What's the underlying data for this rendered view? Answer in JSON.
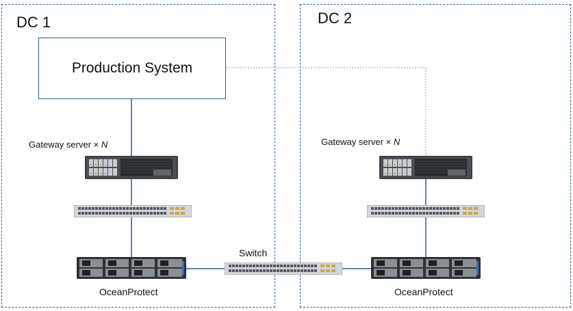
{
  "dc1": {
    "label": "DC 1"
  },
  "dc2": {
    "label": "DC 2"
  },
  "production_system": {
    "label": "Production System"
  },
  "gateway": {
    "label": "Gateway server × ",
    "suffix": "N"
  },
  "storage": {
    "label": "OceanProtect"
  },
  "switch": {
    "label": "Switch"
  },
  "colors": {
    "frame": "#2e5f8a",
    "link": "#2e5f8a",
    "dotted_link": "#8db4d6"
  }
}
